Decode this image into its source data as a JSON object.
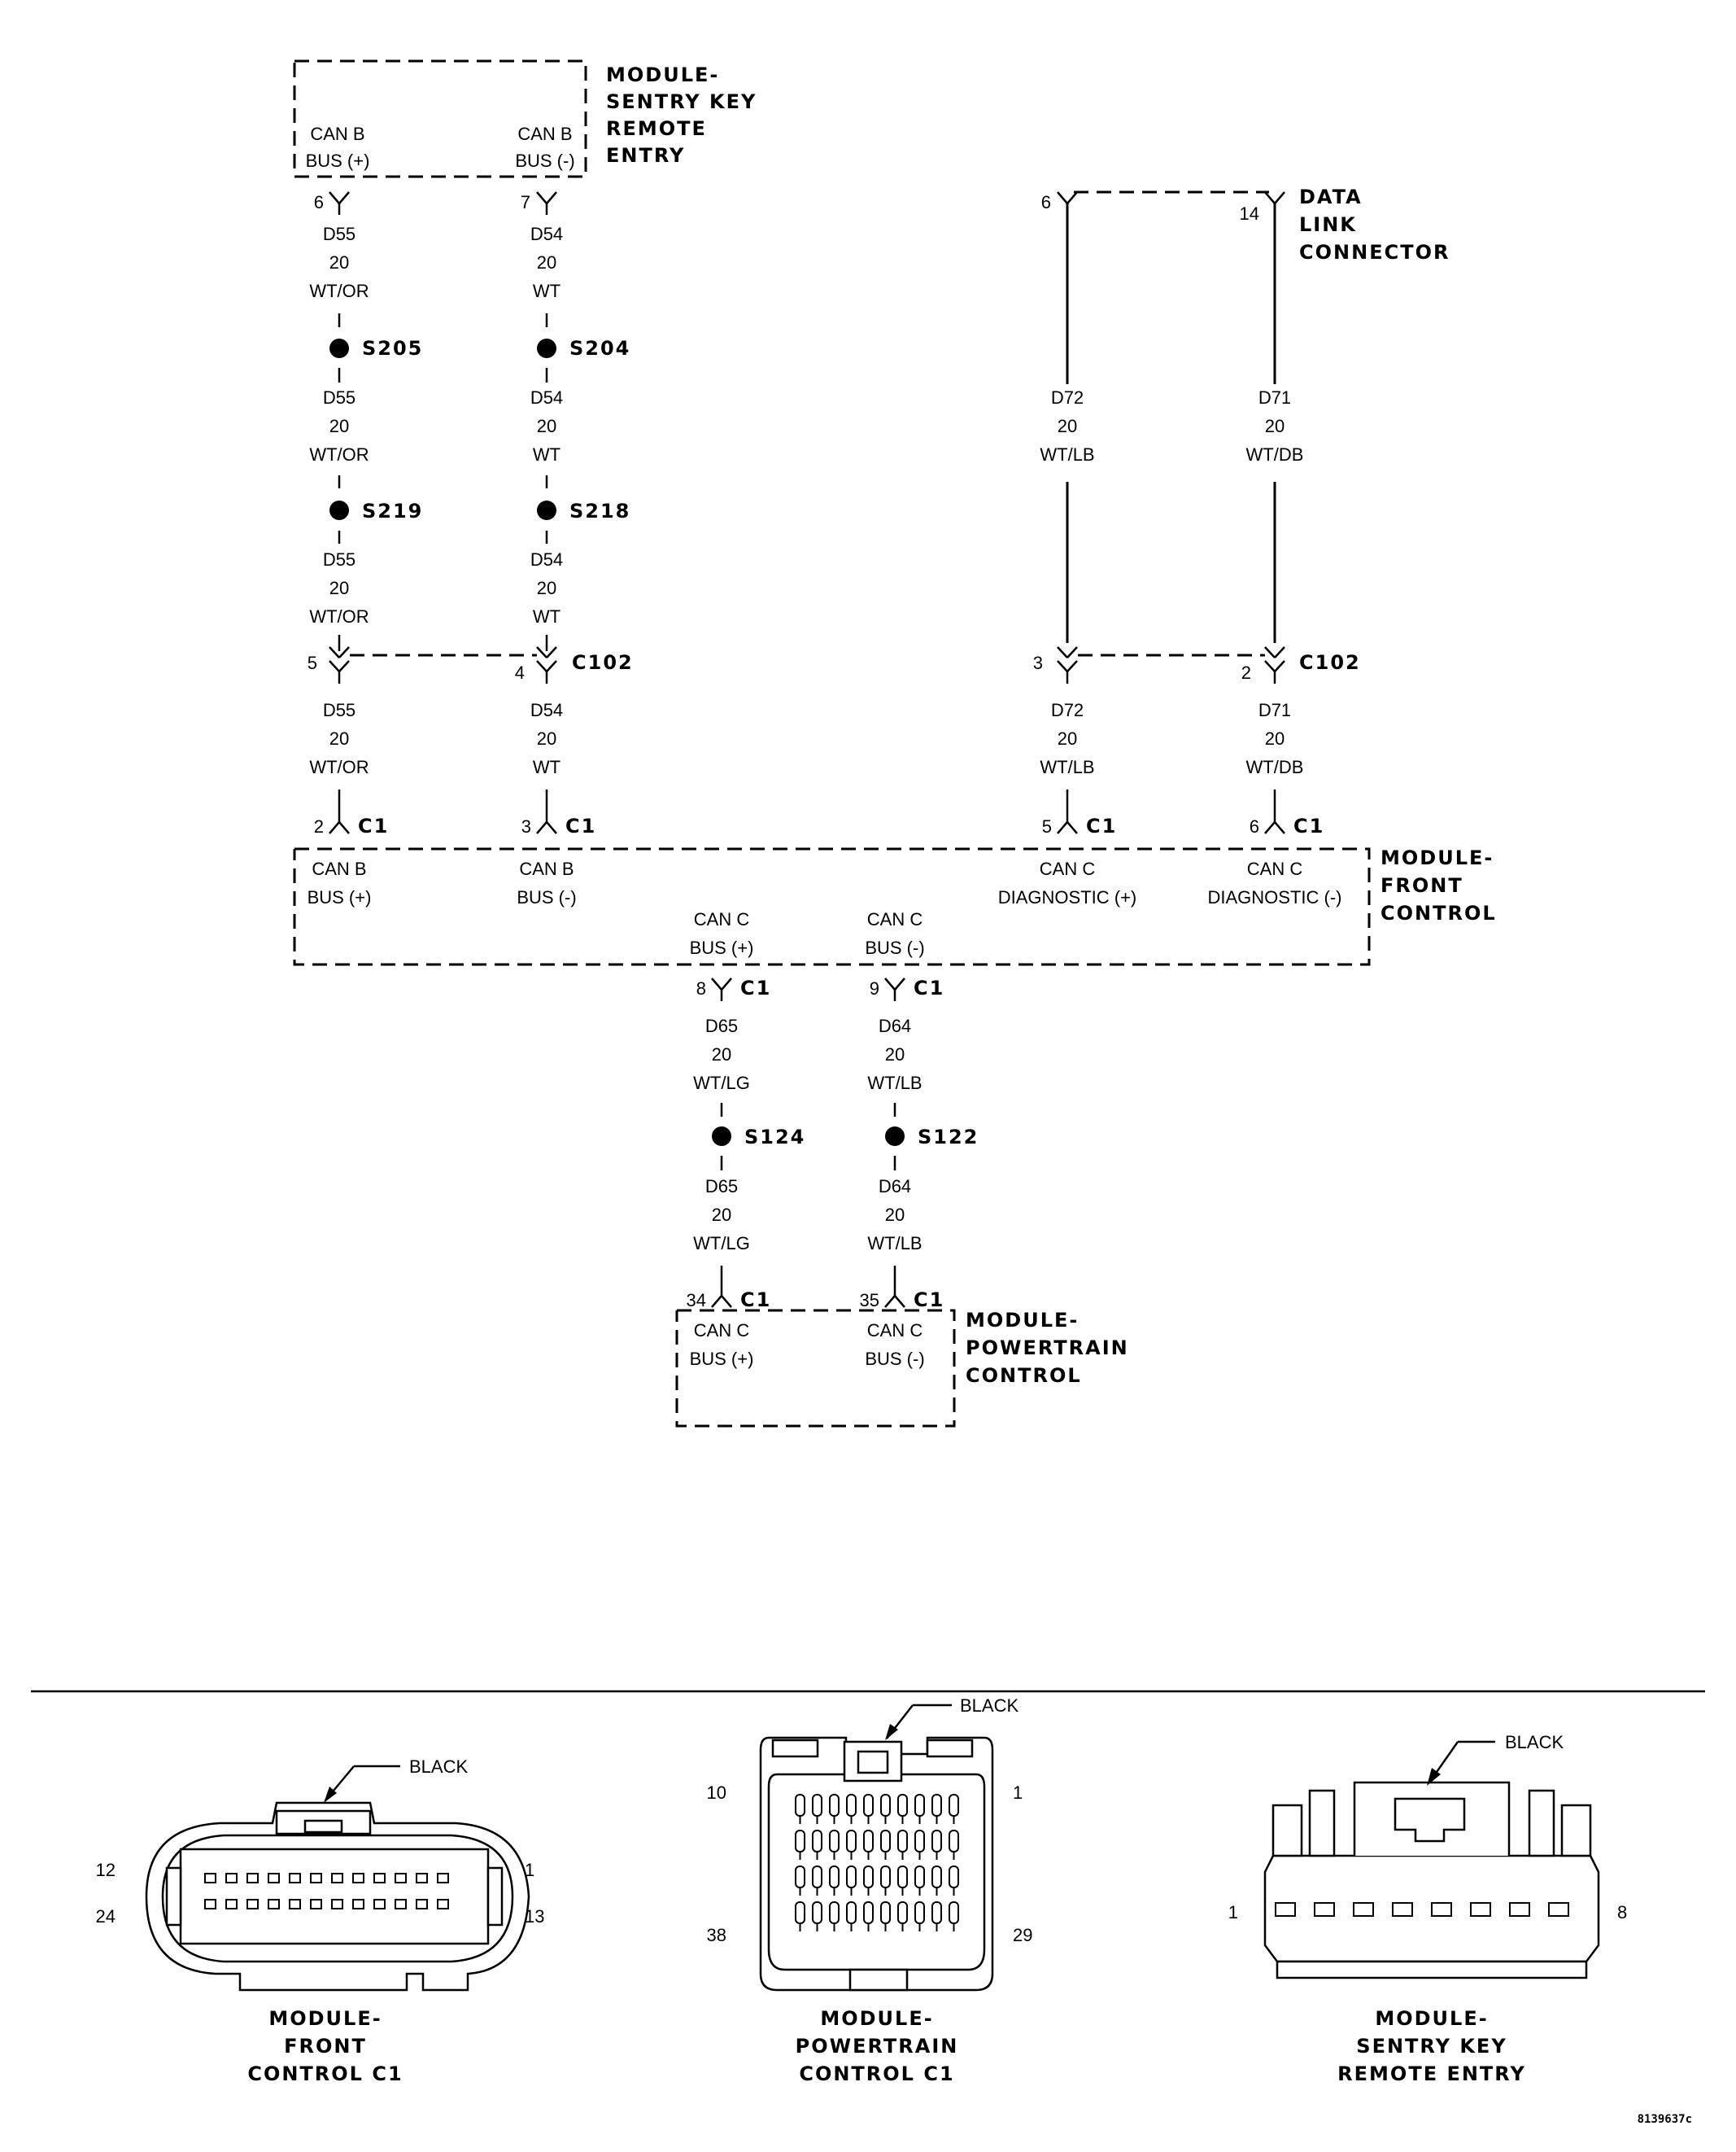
{
  "modules": {
    "sentry_key": [
      "MODULE-",
      "SENTRY KEY",
      "REMOTE",
      "ENTRY"
    ],
    "data_link": [
      "DATA",
      "LINK",
      "CONNECTOR"
    ],
    "front_control": [
      "MODULE-",
      "FRONT",
      "CONTROL"
    ],
    "powertrain": [
      "MODULE-",
      "POWERTRAIN",
      "CONTROL"
    ]
  },
  "pins": {
    "can_b_plus": [
      "CAN B",
      "BUS (+)"
    ],
    "can_b_minus": [
      "CAN B",
      "BUS (-)"
    ],
    "can_c_diag_plus": [
      "CAN C",
      "DIAGNOSTIC (+)"
    ],
    "can_c_diag_minus": [
      "CAN C",
      "DIAGNOSTIC (-)"
    ],
    "can_c_bus_plus": [
      "CAN C",
      "BUS (+)"
    ],
    "can_c_bus_minus": [
      "CAN C",
      "BUS (-)"
    ]
  },
  "wires": {
    "d55": [
      "D55",
      "20",
      "WT/OR"
    ],
    "d54": [
      "D54",
      "20",
      "WT"
    ],
    "d72": [
      "D72",
      "20",
      "WT/LB"
    ],
    "d71": [
      "D71",
      "20",
      "WT/DB"
    ],
    "d65": [
      "D65",
      "20",
      "WT/LG"
    ],
    "d64": [
      "D64",
      "20",
      "WT/LB"
    ]
  },
  "splices": {
    "s205": "S205",
    "s204": "S204",
    "s219": "S219",
    "s218": "S218",
    "s124": "S124",
    "s122": "S122"
  },
  "connectors": {
    "c102": "C102",
    "c1": "C1"
  },
  "pin_numbers": {
    "sk6": "6",
    "sk7": "7",
    "dl6": "6",
    "dl14": "14",
    "c102_5": "5",
    "c102_4": "4",
    "c102_3": "3",
    "c102_2": "2",
    "c1_2": "2",
    "c1_3": "3",
    "c1_5": "5",
    "c1_6": "6",
    "c1_8": "8",
    "c1_9": "9",
    "c1_34": "34",
    "c1_35": "35"
  },
  "connector_views": {
    "black": "BLACK",
    "fc": {
      "pins": {
        "tl": "12",
        "tr": "1",
        "bl": "24",
        "br": "13"
      },
      "title": [
        "MODULE-",
        "FRONT",
        "CONTROL C1"
      ]
    },
    "pc": {
      "pins": {
        "tl": "10",
        "tr": "1",
        "bl": "38",
        "br": "29"
      },
      "title": [
        "MODULE-",
        "POWERTRAIN",
        "CONTROL C1"
      ]
    },
    "sk": {
      "pins": {
        "left": "1",
        "right": "8"
      },
      "title": [
        "MODULE-",
        "SENTRY KEY",
        "REMOTE ENTRY"
      ]
    }
  },
  "figure_id": "8139637c"
}
